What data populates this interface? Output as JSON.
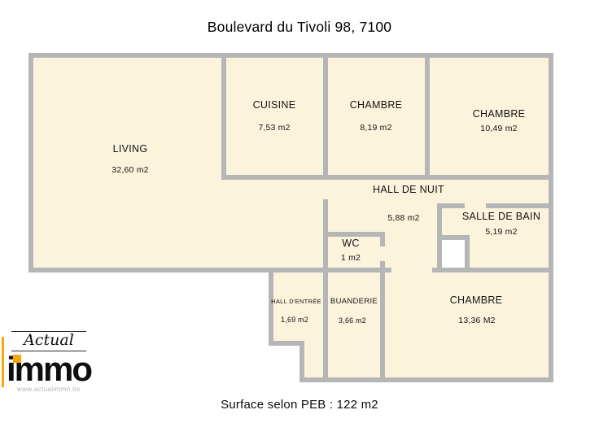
{
  "title": "Boulevard du Tivoli 98, 7100",
  "footer": "Surface selon PEB : 122 m2",
  "colors": {
    "room_fill": "#FBF3DC",
    "wall": "#B6B6B6",
    "accent_orange": "#F6A50B",
    "text": "#1A1A1A"
  },
  "rooms": {
    "living": {
      "name": "LIVING",
      "area": "32,60 m2"
    },
    "cuisine": {
      "name": "CUISINE",
      "area": "7,53 m2"
    },
    "chambre_1": {
      "name": "CHAMBRE",
      "area": "8,19 m2"
    },
    "chambre_2": {
      "name": "CHAMBRE",
      "area": "10,49 m2"
    },
    "hall_de_nuit": {
      "name": "HALL DE NUIT",
      "area": "5,88 m2"
    },
    "salle_de_bain": {
      "name": "SALLE DE BAIN",
      "area": "5,19 m2"
    },
    "wc": {
      "name": "WC",
      "area": "1 m2"
    },
    "hall_entree": {
      "name": "HALL D'ENTRÉE",
      "area": "1,69 m2"
    },
    "buanderie": {
      "name": "BUANDERIE",
      "area": "3,66 m2"
    },
    "chambre_3": {
      "name": "CHAMBRE",
      "area": "13,36 M2"
    }
  },
  "logo": {
    "script": "Actual",
    "brand": "immo",
    "website": "www.actualimmo.be"
  }
}
